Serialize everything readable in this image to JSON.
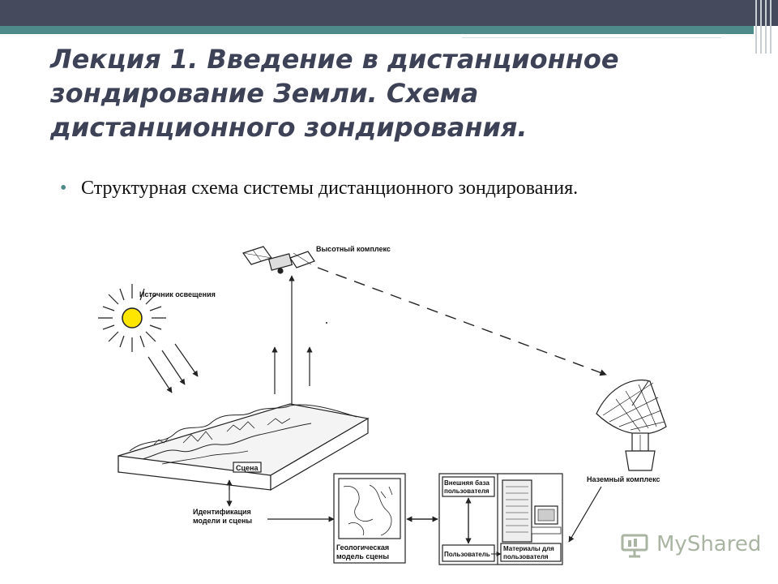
{
  "slide": {
    "title": "Лекция 1. Введение в дистанционное зондирование Земли. Схема дистанционного зондирования.",
    "bullet": "Структурная схема системы дистанционного зондирования."
  },
  "diagram": {
    "labels": {
      "altitude_complex": "Высотный комплекс",
      "light_source": "Источник освещения",
      "scene": "Сцена",
      "ground_complex": "Наземный комплекс",
      "identification_line1": "Идентификация",
      "identification_line2": "модели и сцены",
      "geo_model_line1": "Геологическая",
      "geo_model_line2": "модель сцены",
      "external_db_line1": "Внешняя база",
      "external_db_line2": "пользователя",
      "user": "Пользователь",
      "user_materials_line1": "Материалы для",
      "user_materials_line2": "пользователя"
    }
  },
  "watermark": {
    "text": "MyShared"
  },
  "colors": {
    "topbar": "#454a5c",
    "accent": "#4f8a8b",
    "title": "#3d4256",
    "sun": "#ffe600"
  }
}
